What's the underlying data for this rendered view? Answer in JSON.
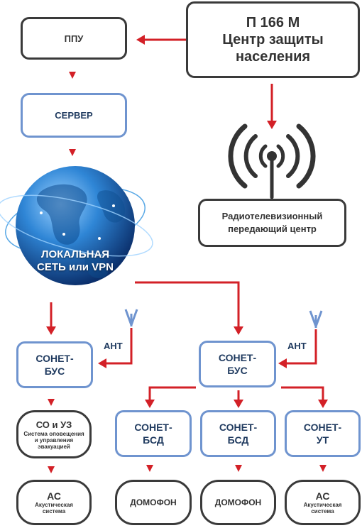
{
  "center": {
    "line1": "П 166 М",
    "line2": "Центр защиты",
    "line3": "населения"
  },
  "ppu": "ППУ",
  "server": "СЕРВЕР",
  "globe": {
    "line1": "ЛОКАЛЬНАЯ",
    "line2": "СЕТЬ или VPN"
  },
  "rtpc": {
    "line1": "Радиотелевизионный",
    "line2": "передающий центр"
  },
  "ant_label": "АНТ",
  "sonet_bus": {
    "line1": "СОНЕТ-",
    "line2": "БУС"
  },
  "co_uz": {
    "title": "СО и УЗ",
    "sub1": "Система оповещения",
    "sub2": "и управления",
    "sub3": "эвакуацией"
  },
  "as": {
    "title": "АС",
    "sub1": "Акустическая",
    "sub2": "система"
  },
  "sonet_bsd": {
    "line1": "СОНЕТ-",
    "line2": "БСД"
  },
  "sonet_ut": {
    "line1": "СОНЕТ-",
    "line2": "УТ"
  },
  "domofon": "ДОМОФОН",
  "colors": {
    "arrow": "#d32027",
    "blue_border": "#6f94cf",
    "gray_border": "#3a3a3a",
    "navy_text": "#1f3a5f"
  }
}
